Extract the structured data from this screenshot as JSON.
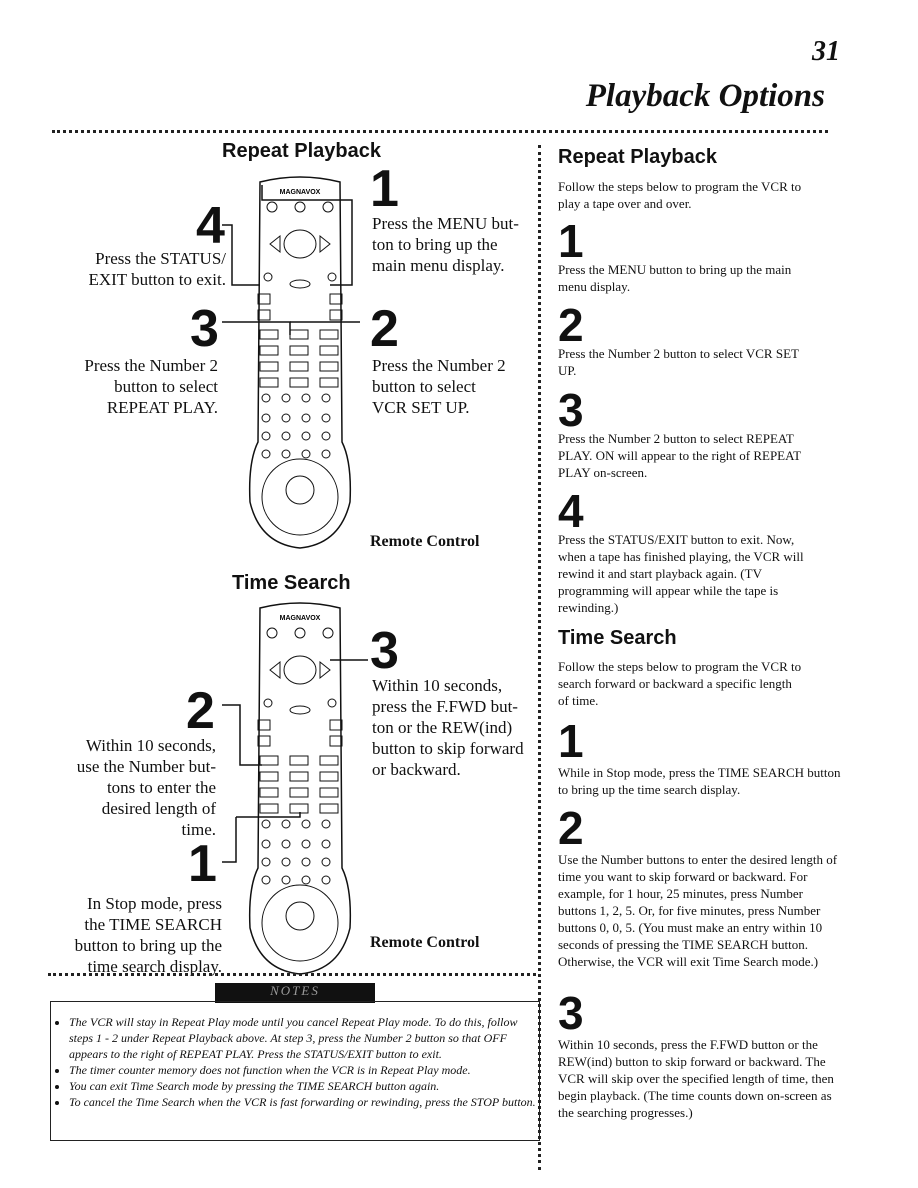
{
  "header": {
    "page_number": "31",
    "title": "Playback Options"
  },
  "left": {
    "repeat": {
      "heading": "Repeat Playback",
      "brand": "MAGNAVOX",
      "step4": {
        "num": "4",
        "text": [
          "Press the STATUS/",
          "EXIT button to exit."
        ]
      },
      "step1": {
        "num": "1",
        "text": [
          "Press the MENU but-",
          "ton to bring up the",
          "main menu display."
        ]
      },
      "step3": {
        "num": "3",
        "text": [
          "Press the Number 2",
          "button to select",
          "REPEAT PLAY."
        ]
      },
      "step2": {
        "num": "2",
        "text": [
          "Press the Number 2",
          "button to select",
          "VCR SET UP."
        ]
      },
      "remote_label": "Remote Control"
    },
    "time": {
      "heading": "Time Search",
      "brand": "MAGNAVOX",
      "step3": {
        "num": "3",
        "text": [
          "Within 10 seconds,",
          "press the F.FWD but-",
          "ton or the REW(ind)",
          "button to skip forward",
          "or backward."
        ]
      },
      "step2": {
        "num": "2",
        "text": [
          "Within 10 seconds,",
          "use the Number but-",
          "tons to enter the",
          "desired length of",
          "time."
        ]
      },
      "step1": {
        "num": "1",
        "text": [
          "In Stop mode, press",
          "the TIME SEARCH",
          "button to bring up the",
          "time search display."
        ]
      },
      "remote_label": "Remote Control"
    }
  },
  "notes": {
    "band_label": "NOTES",
    "items": [
      "The VCR will stay in Repeat Play mode until you cancel Repeat Play mode. To do this, follow steps 1 - 2 under Repeat Playback above. At step 3, press the Number 2 button so that OFF appears to the right of REPEAT PLAY. Press the STATUS/EXIT button to exit.",
      "The timer counter memory does not function when the VCR is in Repeat Play mode.",
      "You can exit Time Search mode by pressing the TIME SEARCH button again.",
      "To cancel the Time Search when the VCR is fast forwarding or rewinding, press the STOP button."
    ]
  },
  "right": {
    "repeat": {
      "heading": "Repeat Playback",
      "intro": "Follow the steps below to program the VCR to play a tape over and over.",
      "steps": [
        {
          "num": "1",
          "text": "Press the MENU button to bring up the main menu display."
        },
        {
          "num": "2",
          "text": "Press the Number 2 button to select VCR SET UP."
        },
        {
          "num": "3",
          "text": "Press the Number 2 button to select REPEAT PLAY. ON will appear to the right of REPEAT PLAY on-screen."
        },
        {
          "num": "4",
          "text": "Press the STATUS/EXIT button to exit. Now, when a tape has finished playing, the VCR will rewind it and start playback again. (TV programming will appear while the tape is rewinding.)"
        }
      ]
    },
    "time": {
      "heading": "Time Search",
      "intro": "Follow the steps below to program the VCR to search forward or backward a specific length of time.",
      "steps": [
        {
          "num": "1",
          "text": "While in Stop mode, press the TIME SEARCH button to bring up the time search display."
        },
        {
          "num": "2",
          "text": "Use the Number buttons to enter the desired length of time you want to skip forward or backward. For example, for 1 hour, 25 minutes, press Number buttons 1, 2, 5. Or, for five minutes, press Number buttons 0, 0, 5. (You must make an entry within 10 seconds of pressing the TIME SEARCH button. Otherwise, the VCR will exit Time Search mode.)"
        },
        {
          "num": "3",
          "text": "Within 10 seconds, press the F.FWD button or the REW(ind) button to skip forward or backward. The VCR will skip over the specified length of time, then begin playback. (The time counts down on-screen as the searching progresses.)"
        }
      ]
    }
  }
}
